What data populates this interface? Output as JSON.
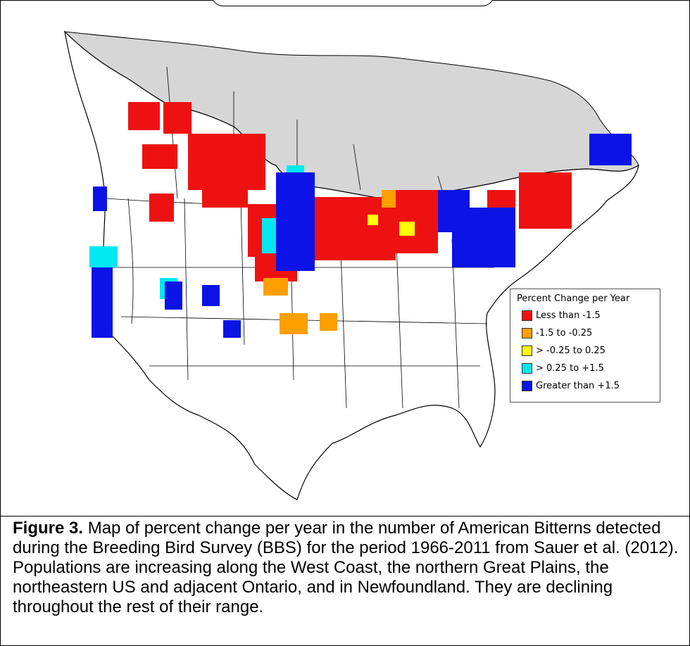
{
  "legend": {
    "title": "Percent Change per Year",
    "items": [
      {
        "label": "Less than -1.5",
        "color": "#ee1111"
      },
      {
        "label": "-1.5 to -0.25",
        "color": "#ff9f00"
      },
      {
        "label": "> -0.25 to 0.25",
        "color": "#ffff00"
      },
      {
        "label": "> 0.25 to +1.5",
        "color": "#00e8f0"
      },
      {
        "label": "Greater than +1.5",
        "color": "#0b13e6"
      }
    ]
  },
  "caption": {
    "label": "Figure 3.",
    "text": " Map of percent change per year in the number of American Bitterns detected during the Breeding Bird Survey (BBS) for the period 1966-2011 from Sauer et al. (2012). Populations are increasing along the West Coast, the northern Great Plains, the northeastern US and adjacent Ontario, and in Newfoundland. They are declining throughout the rest of their range."
  },
  "map": {
    "colors": {
      "arctic": "#d6d6d6",
      "decline": "#ee1111",
      "moderate_decline": "#ff9f00",
      "stable": "#ffff00",
      "moderate_increase": "#00e8f0",
      "increase": "#0b13e6"
    }
  }
}
